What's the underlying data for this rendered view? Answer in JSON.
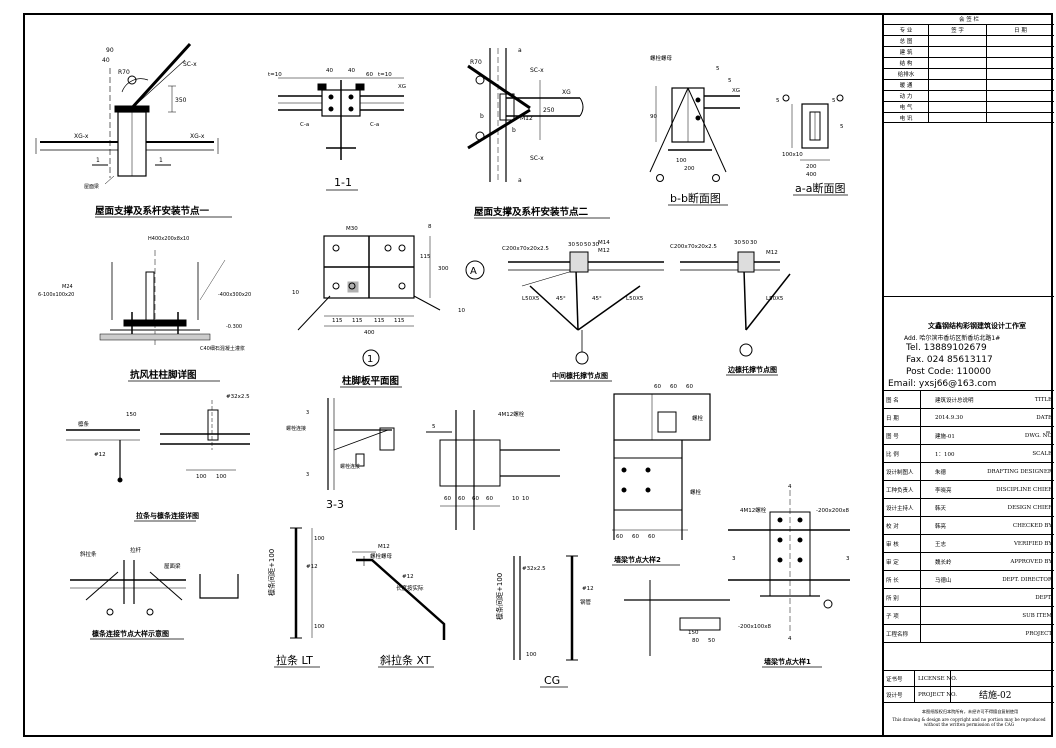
{
  "drawings": {
    "roof_brace_node_1": {
      "title": "屋面支撑及系杆安装节点一",
      "labels": [
        "SC-x",
        "XG-x",
        "XG-x",
        "90",
        "1",
        "1",
        "R70",
        "40",
        "350",
        "屋面梁"
      ]
    },
    "section_1_1": {
      "title": "1-1",
      "labels": [
        "t=10",
        "t=10",
        "40",
        "40",
        "60",
        "XG",
        "C-a",
        "C-a"
      ]
    },
    "roof_brace_node_2": {
      "title": "屋面支撑及系杆安装节点二",
      "labels": [
        "R70",
        "SC-x",
        "SC-x",
        "XG",
        "a",
        "a",
        "b",
        "b",
        "250",
        "M12"
      ]
    },
    "section_b_b": {
      "title": "b-b断面图",
      "labels": [
        "螺栓螺母",
        "XG",
        "5",
        "5",
        "100",
        "200",
        "90"
      ]
    },
    "section_a_a": {
      "title": "a-a断面图",
      "labels": [
        "5",
        "5",
        "5",
        "100x10",
        "200",
        "400"
      ]
    },
    "wind_column_base": {
      "title": "抗风柱柱脚详图",
      "labels": [
        "H400x200x8x10",
        "6-100x100x20",
        "-400x300x20",
        "M24",
        "-0.300",
        "C40细石混凝土灌浆"
      ]
    },
    "column_base_plan": {
      "title": "柱脚板平面图",
      "circle_label": "1",
      "labels": [
        "M30",
        "8",
        "10",
        "10",
        "115",
        "115",
        "115",
        "115",
        "400",
        "300",
        "115"
      ]
    },
    "axis_marker": "A",
    "mid_bracket_node": {
      "title": "中间檩托撑节点图",
      "labels": [
        "C200x70x20x2.5",
        "30",
        "50",
        "50",
        "30",
        "M12",
        "L50X5",
        "L50X5",
        "45°",
        "45°",
        "M14"
      ]
    },
    "edge_bracket_node": {
      "title": "边檩托撑节点图",
      "labels": [
        "C200x70x20x2.5",
        "30",
        "50",
        "30",
        "M12",
        "L50X5"
      ]
    },
    "tie_purlin_detail": {
      "title": "拉条与檩条连接详图",
      "labels": [
        "150",
        "#12",
        "#32x2.5",
        "100",
        "100",
        "檩条"
      ]
    },
    "section_3_3": {
      "title": "3-3",
      "labels": [
        "3",
        "3",
        "螺栓连接",
        "螺栓连接"
      ]
    },
    "wall_beam_node_1": {
      "title": "墙梁节点大样1",
      "labels": [
        "4M12螺栓",
        "4",
        "4",
        "-200x200x8",
        "-200x100x8",
        "150",
        "80",
        "50",
        "3",
        "3"
      ]
    },
    "wall_beam_node_2": {
      "title": "墙梁节点大样2",
      "labels": [
        "60",
        "60",
        "60",
        "60",
        "60",
        "60",
        "螺栓",
        "螺栓"
      ]
    },
    "middle_column_node": {
      "title": "",
      "labels": [
        "4M12螺栓",
        "60",
        "60",
        "60",
        "60",
        "10",
        "10",
        "5"
      ]
    },
    "tie_connection_sketch": {
      "title": "檩条连接节点大样示意图",
      "labels": [
        "斜拉条",
        "拉杆",
        "屋面梁"
      ]
    },
    "tie_rod_lt": {
      "title": "拉条 LT",
      "labels": [
        "#12",
        "100",
        "100",
        "檩条间距+100"
      ]
    },
    "diagonal_tie_xt": {
      "title": "斜拉条 XT",
      "labels": [
        "M12",
        "#12",
        "螺栓螺母",
        "长度按实际"
      ]
    },
    "cg_rod": {
      "title": "CG",
      "labels": [
        "#32x2.5",
        "#12",
        "100",
        "檩条间距+100",
        "钢管"
      ]
    }
  },
  "title_block": {
    "sign_header": "会 签 栏",
    "sign_columns": [
      "专 业",
      "签 字",
      "日 期"
    ],
    "sign_rows": [
      "总 图",
      "建 筑",
      "结 构",
      "给排水",
      "暖 通",
      "动 力",
      "电 气",
      "电 讯"
    ],
    "company": "文鑫钢结构彩钢建筑设计工作室",
    "address": "Add. 哈尔滨市香坊区新香坊北路1#",
    "tel": "Tel. 13889102679",
    "fax": "Fax. 024 85613117",
    "post": "Post Code: 110000",
    "email": "Email: yxsj66@163.com",
    "info_rows": [
      {
        "cn": "图 名",
        "value": "建筑设计总说明",
        "en": "TITLE"
      },
      {
        "cn": "日 期",
        "value": "2014.9.30",
        "en": "DATE"
      },
      {
        "cn": "图 号",
        "value": "建施-01",
        "en": "DWG. NO"
      },
      {
        "cn": "比 例",
        "value": "1：100",
        "en": "SCALE"
      },
      {
        "cn": "设计制图人",
        "value": "朱德",
        "en": "DRAFTING DESIGNER"
      },
      {
        "cn": "工种负责人",
        "value": "李晓亮",
        "en": "DISCIPLINE CHIEF"
      },
      {
        "cn": "设计主持人",
        "value": "韩天",
        "en": "DESIGN CHIEF"
      },
      {
        "cn": "校 对",
        "value": "韩亮",
        "en": "CHECKED BY"
      },
      {
        "cn": "审 核",
        "value": "王志",
        "en": "VERIFIED BY"
      },
      {
        "cn": "审 定",
        "value": "魏长岭",
        "en": "APPROVED BY"
      },
      {
        "cn": "所 长",
        "value": "马德山",
        "en": "DEPT. DIRECTOR"
      },
      {
        "cn": "所 别",
        "value": "",
        "en": "DEPT."
      },
      {
        "cn": "子 项",
        "value": "",
        "en": "SUB ITEM"
      },
      {
        "cn": "工程名称",
        "value": "",
        "en": "PROJECT"
      }
    ],
    "license_cn": "证书号",
    "license_en": "LICENSE NO.",
    "project_cn": "设计号",
    "project_en": "PROJECT NO.",
    "sheet_no": "结施-02",
    "copyright_cn": "本图纸版权归本院所有，未经许可不得擅自复制使用",
    "copyright_en": "This drawing & design are copyright and no portion may be reproduced without the written permission of the CAG"
  }
}
